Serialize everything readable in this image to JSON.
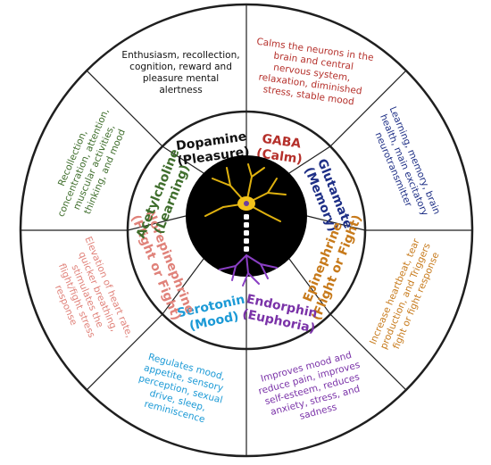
{
  "center": {
    "icon": "neuron-icon"
  },
  "colors": {
    "ring_stroke": "#1f1f1f",
    "center_fill": "#000000",
    "soma": "#f2c21b",
    "dendrite": "#e0b20f",
    "axon": "#ffffff",
    "terminal": "#8a3fc4"
  },
  "segments": [
    {
      "key": "dopamine",
      "name": "Dopamine",
      "role": "(Pleasure)",
      "color": "#111111",
      "description": [
        "Enthusiasm, recollection,",
        "cognition, reward and",
        "pleasure mental",
        "alertness"
      ]
    },
    {
      "key": "gaba",
      "name": "GABA",
      "role": "(Calm)",
      "color": "#b5302b",
      "description": [
        "Calms the neurons in the",
        "brain and central",
        "nervous system,",
        "relaxation, diminished",
        "stress, stable mood"
      ]
    },
    {
      "key": "glutamate",
      "name": "Glutamate",
      "role": "(Memory)",
      "color": "#1e2f86",
      "description": [
        "Learning, memory, brain",
        "health, main excitatory",
        "neurotransmitter"
      ]
    },
    {
      "key": "epinephrine",
      "name": "Epinephrine",
      "role": "(Flight or Fight)",
      "color": "#c77a1b",
      "description": [
        "Increase heartbeat, tear",
        "production, and Triggers",
        "fight or fight response"
      ]
    },
    {
      "key": "endorphin",
      "name": "Endorphin",
      "role": "(Euphoria)",
      "color": "#7a32a8",
      "description": [
        "Improves mood and",
        "reduce pain, improves",
        "self-esteem, reduces",
        "anxiety, stress, and",
        "sadness"
      ]
    },
    {
      "key": "serotonin",
      "name": "Serotonin",
      "role": "(Mood)",
      "color": "#1c9ad6",
      "description": [
        "Regulates mood,",
        "appetite, sensory",
        "perception, sexual",
        "drive, sleep,",
        "reminiscence"
      ]
    },
    {
      "key": "norepinephrine",
      "name": "Norepinephrine",
      "role": "(Flight or Fight)",
      "color": "#e0827a",
      "description": [
        "Elevation of heart rate,",
        "quicker breathing,",
        "stimulates the",
        "flight/fight stress",
        "response"
      ]
    },
    {
      "key": "acetylcholine",
      "name": "Acetylcholine",
      "role": "(Learning)",
      "color": "#3f6e2c",
      "description": [
        "Recollection,",
        "concentration, attention,",
        "muscular activities,",
        "thinking, and mood"
      ]
    }
  ]
}
